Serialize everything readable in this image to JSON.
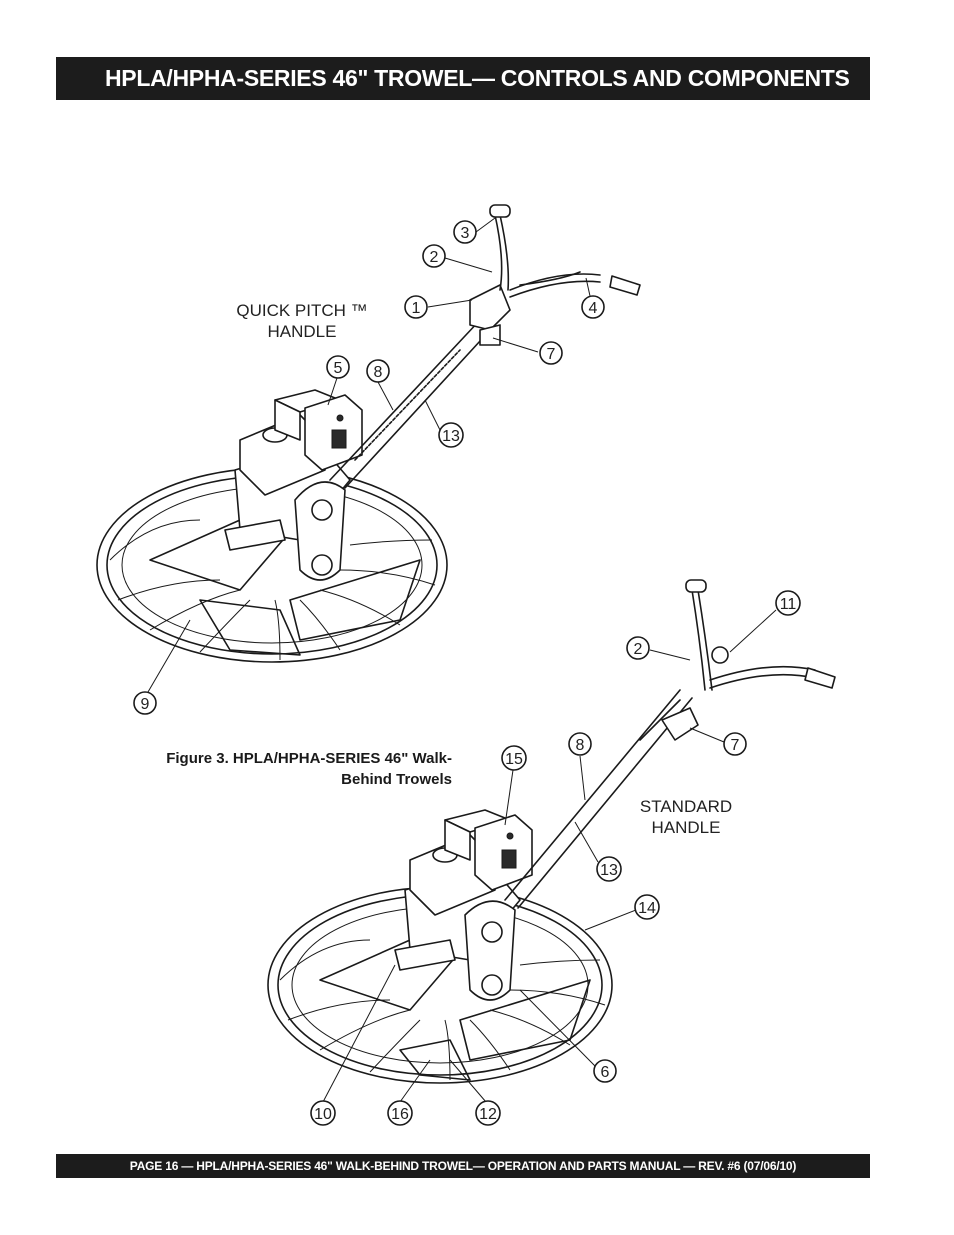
{
  "header": {
    "title": "HPLA/HPHA-SERIES 46\" TROWEL— CONTROLS  AND COMPONENTS"
  },
  "figure": {
    "caption_line1": "Figure 3. HPLA/HPHA-SERIES 46\" Walk-",
    "caption_line2": "Behind Trowels",
    "upper_label_line1": "QUICK PITCH ™",
    "upper_label_line2": "HANDLE",
    "lower_label_line1": "STANDARD",
    "lower_label_line2": "HANDLE",
    "callouts": {
      "upper": [
        "1",
        "2",
        "3",
        "4",
        "5",
        "7",
        "8",
        "9",
        "13"
      ],
      "lower": [
        "2",
        "6",
        "7",
        "8",
        "10",
        "11",
        "12",
        "13",
        "14",
        "15",
        "16"
      ]
    }
  },
  "footer": {
    "text": "PAGE 16 — HPLA/HPHA-SERIES 46\"  WALK-BEHIND TROWEL— OPERATION AND PARTS MANUAL — REV. #6 (07/06/10)"
  }
}
